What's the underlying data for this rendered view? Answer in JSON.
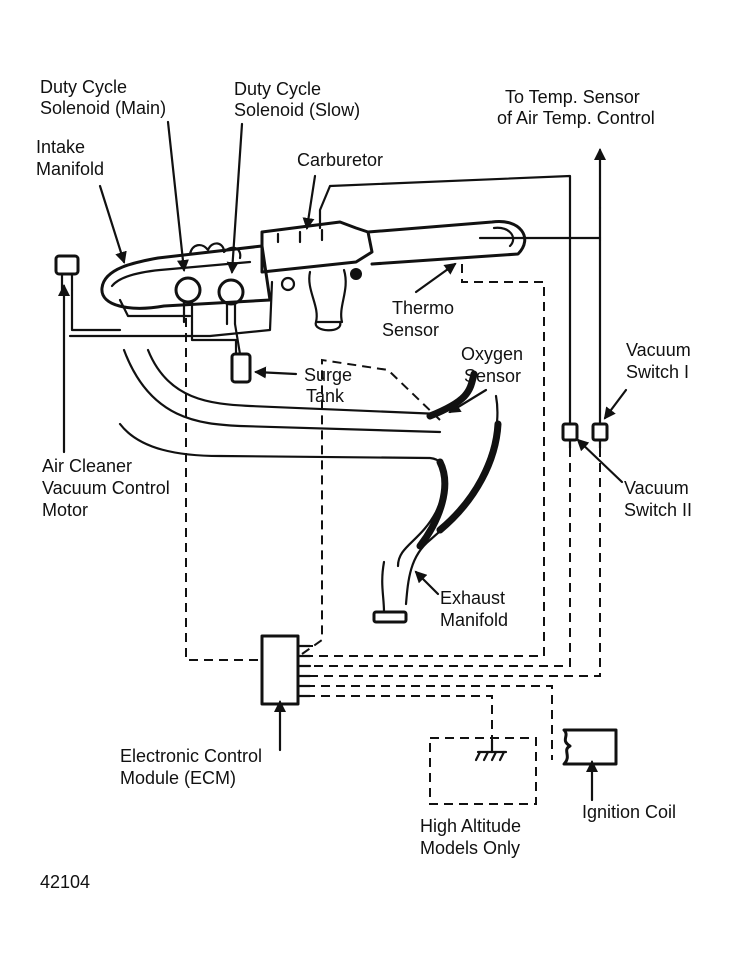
{
  "labels": {
    "duty_cycle_main_1": "Duty Cycle",
    "duty_cycle_main_2": "Solenoid (Main)",
    "duty_cycle_slow_1": "Duty Cycle",
    "duty_cycle_slow_2": "Solenoid (Slow)",
    "intake_1": "Intake",
    "intake_2": "Manifold",
    "carburetor": "Carburetor",
    "temp_sensor_1": "To Temp. Sensor",
    "temp_sensor_2": "of Air Temp. Control",
    "thermo_1": "Thermo",
    "thermo_2": "Sensor",
    "oxygen_1": "Oxygen",
    "oxygen_2": "Sensor",
    "surge_1": "Surge",
    "surge_2": "Tank",
    "vacuum1_1": "Vacuum",
    "vacuum1_2": "Switch I",
    "vacuum2_1": "Vacuum",
    "vacuum2_2": "Switch II",
    "air_cleaner_1": "Air Cleaner",
    "air_cleaner_2": "Vacuum Control",
    "air_cleaner_3": "Motor",
    "exhaust_1": "Exhaust",
    "exhaust_2": "Manifold",
    "ecm_1": "Electronic Control",
    "ecm_2": "Module (ECM)",
    "high_alt_1": "High Altitude",
    "high_alt_2": "Models Only",
    "ignition_coil": "Ignition Coil",
    "figure_number": "42104"
  }
}
